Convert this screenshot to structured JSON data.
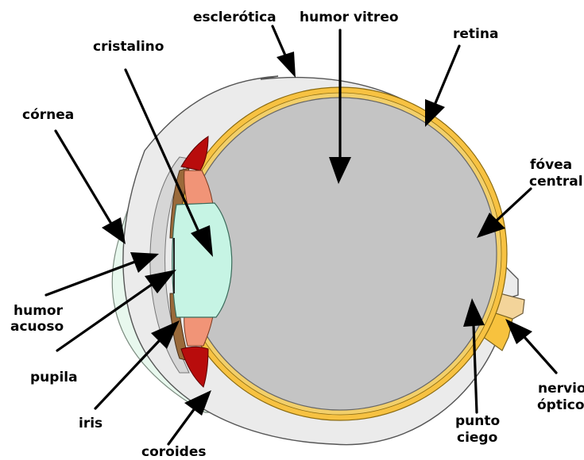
{
  "diagram": {
    "colors": {
      "sclera": "#ebebeb",
      "vitreous": "#c4c4c4",
      "retina": "#f7c242",
      "cornea": "#e8f8ee",
      "aqueous": "#d4d4d4",
      "lens": "#c6f4e4",
      "ciliary_body": "#f19477",
      "choroid_red": "#b80c0c",
      "iris": "#9a6a3a",
      "optic_nerve": "#f3d49a"
    },
    "labels": {
      "esclerotica": "esclerótica",
      "humor_vitreo": "humor vitreo",
      "cristalino": "cristalino",
      "retina": "retina",
      "cornea": "córnea",
      "fovea_line1": "fóvea",
      "fovea_line2": "central",
      "humor_acuoso_line1": "humor",
      "humor_acuoso_line2": "acuoso",
      "pupila": "pupila",
      "iris": "iris",
      "coroides": "coroides",
      "nervio_optico_line1": "nervio",
      "nervio_optico_line2": "óptico",
      "punto_ciego_line1": "punto",
      "punto_ciego_line2": "ciego"
    }
  }
}
